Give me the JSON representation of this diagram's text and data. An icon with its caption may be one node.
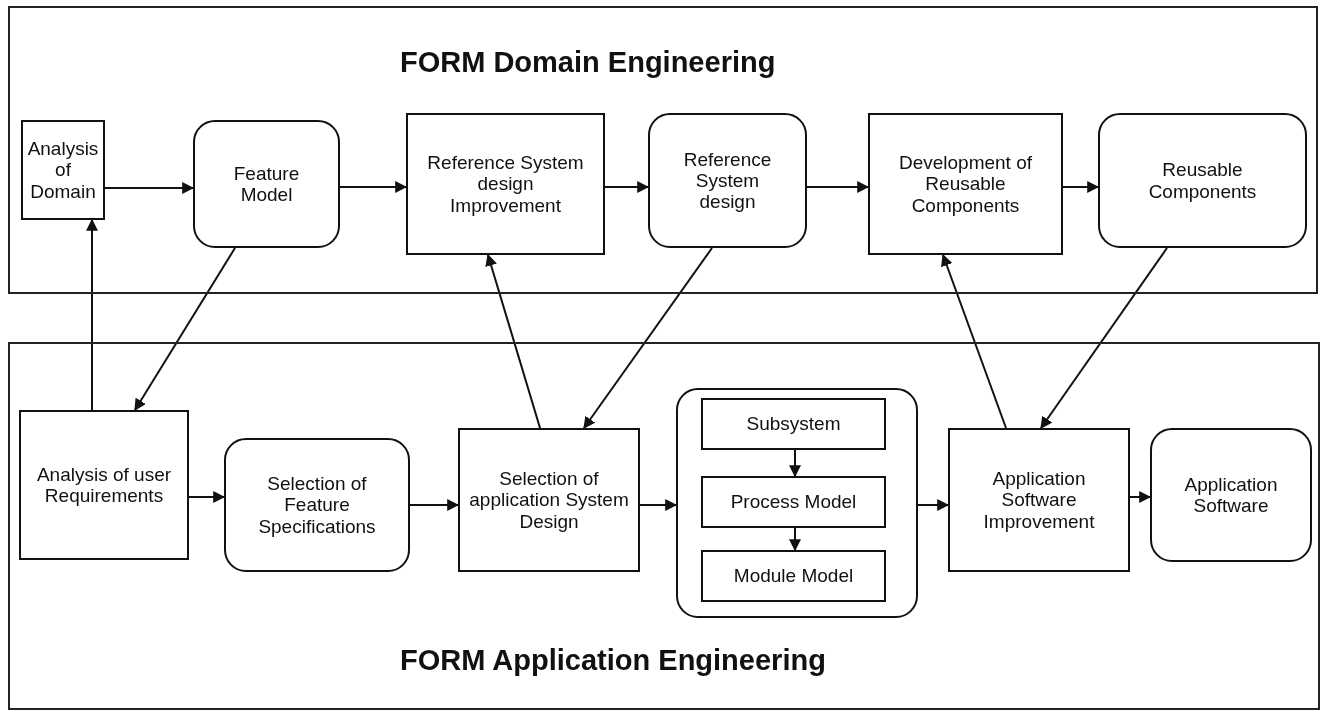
{
  "diagram": {
    "nodes": [
      {
        "text": [
          "FORM Domain Engineering"
        ]
      },
      {
        "text": [
          "Analysis of Domain"
        ],
        "in": 0
      },
      {
        "text": [
          "Feature Model"
        ],
        "in": 0
      },
      {
        "text": [
          "Reference System design Improvement"
        ],
        "in": 0
      },
      {
        "text": [
          "Reference System design"
        ],
        "in": 0
      },
      {
        "text": [
          "Development of Reusable Components"
        ],
        "in": 0
      },
      {
        "text": [
          "Reusable Components"
        ],
        "in": 0
      },
      {
        "text": [
          "FORM Application Engineering"
        ]
      },
      {
        "text": [
          "Analysis of user Requirements"
        ],
        "in": 7
      },
      {
        "text": [
          "Selection of Feature Specifications"
        ],
        "in": 7
      },
      {
        "text": [
          "Selection of application System Design"
        ],
        "in": 7
      },
      {
        "text": [],
        "shape": "box",
        "in": 7
      },
      {
        "text": [
          "Subsystem"
        ],
        "in": 11
      },
      {
        "text": [
          "Process Model"
        ],
        "in": 11
      },
      {
        "text": [
          "Module Model"
        ],
        "in": 11
      },
      {
        "text": [
          "Application Software Improvement"
        ],
        "in": 7
      },
      {
        "text": [
          "Application Software"
        ],
        "in": 7
      }
    ],
    "edges": [
      {
        "from": 1,
        "to": 2,
        "arrow": "to"
      },
      {
        "from": 2,
        "to": 3,
        "arrow": "to"
      },
      {
        "from": 3,
        "to": 4,
        "arrow": "to"
      },
      {
        "from": 4,
        "to": 5,
        "arrow": "to"
      },
      {
        "from": 5,
        "to": 6,
        "arrow": "to"
      },
      {
        "from": 2,
        "to": 8,
        "arrow": "to"
      },
      {
        "from": 8,
        "to": 1,
        "arrow": "to"
      },
      {
        "from": 10,
        "to": 3,
        "arrow": "to"
      },
      {
        "from": 4,
        "to": 10,
        "arrow": "to"
      },
      {
        "from": 15,
        "to": 5,
        "arrow": "to"
      },
      {
        "from": 6,
        "to": 15,
        "arrow": "to"
      },
      {
        "from": 8,
        "to": 9,
        "arrow": "to"
      },
      {
        "from": 9,
        "to": 10,
        "arrow": "to"
      },
      {
        "from": 10,
        "to": 11,
        "arrow": "to"
      },
      {
        "from": 11,
        "to": 15,
        "arrow": "to"
      },
      {
        "from": 15,
        "to": 16,
        "arrow": "to"
      },
      {
        "from": 12,
        "to": 13,
        "arrow": "to"
      },
      {
        "from": 13,
        "to": 14,
        "arrow": "to"
      }
    ]
  }
}
